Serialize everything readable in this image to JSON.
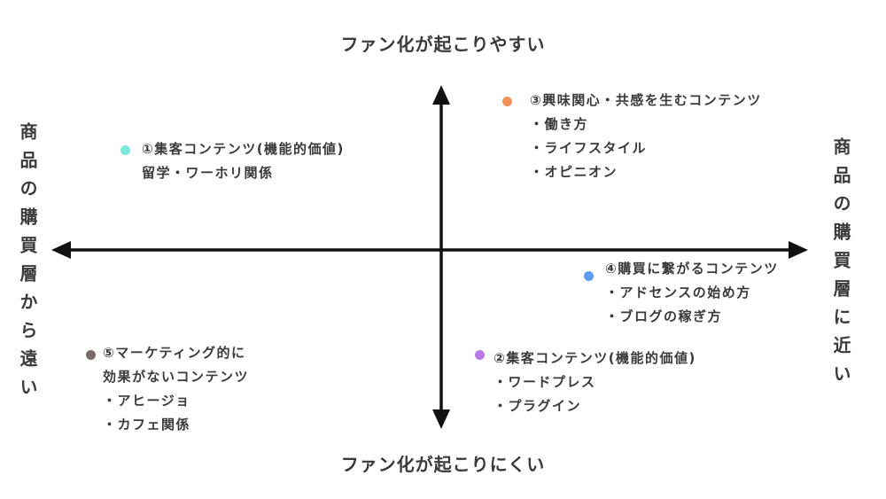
{
  "axis": {
    "top": "ファン化が起こりやすい",
    "bottom": "ファン化が起こりにくい",
    "left": "商品の購買層から遠い",
    "right": "商品の購買層に近い"
  },
  "groups": [
    {
      "id": "g1",
      "color": "#7de8dc",
      "lines": [
        "①集客コンテンツ(機能的価値)",
        "留学・ワーホリ関係"
      ]
    },
    {
      "id": "g3",
      "color": "#f0935a",
      "lines": [
        "③興味関心・共感を生むコンテンツ",
        "・働き方",
        "・ライフスタイル",
        "・オピニオン"
      ]
    },
    {
      "id": "g4",
      "color": "#5b9cf0",
      "lines": [
        "④購買に繋がるコンテンツ",
        "・アドセンスの始め方",
        "・ブログの稼ぎ方"
      ]
    },
    {
      "id": "g2",
      "color": "#b77be8",
      "lines": [
        "②集客コンテンツ(機能的価値)",
        "・ワードプレス",
        "・プラグイン"
      ]
    },
    {
      "id": "g5",
      "color": "#7a6a6a",
      "lines": [
        "⑤マーケティング的に",
        "効果がないコンテンツ",
        "・アヒージョ",
        "・カフェ関係"
      ]
    }
  ]
}
